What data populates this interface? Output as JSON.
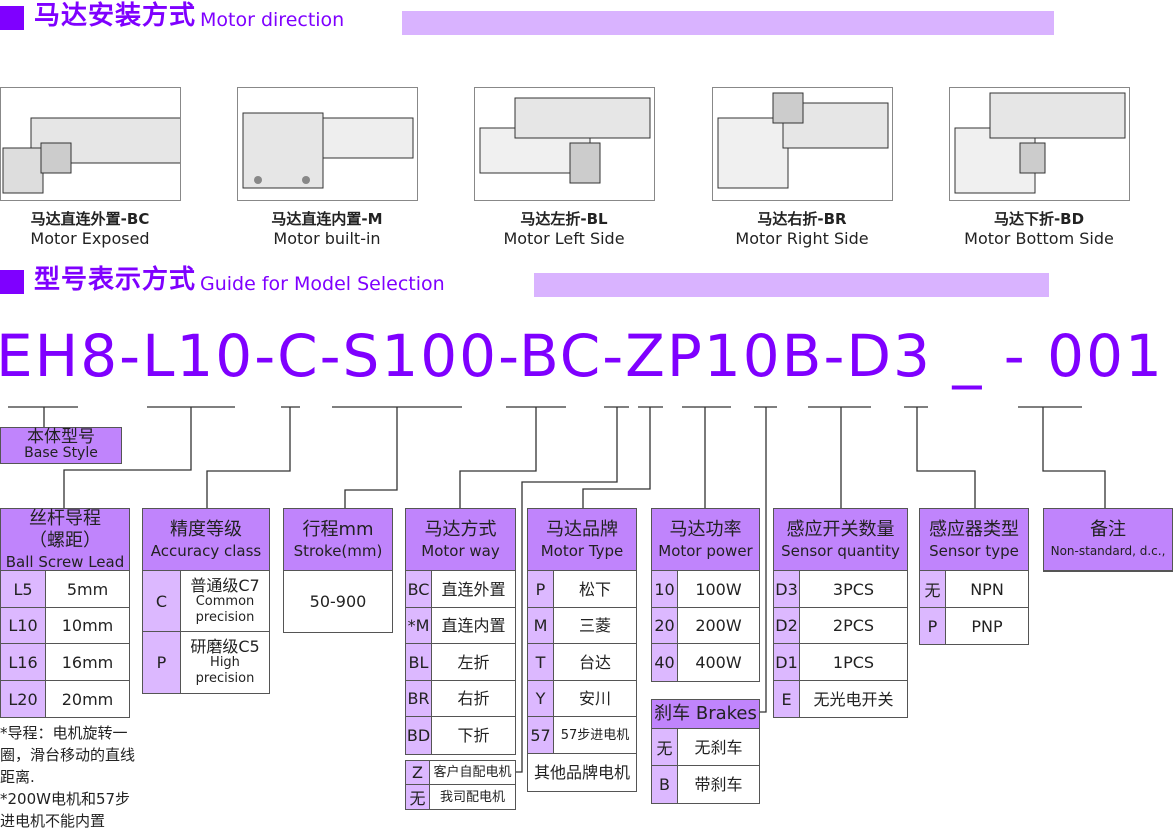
{
  "section1": {
    "zh": "马达安装方式",
    "en": "Motor direction"
  },
  "directions": [
    {
      "zh": "马达直连外置-BC",
      "en": "Motor Exposed"
    },
    {
      "zh": "马达直连内置-M",
      "en": "Motor built-in"
    },
    {
      "zh": "马达左折-BL",
      "en": "Motor Left Side"
    },
    {
      "zh": "马达右折-BR",
      "en": "Motor Right Side"
    },
    {
      "zh": "马达下折-BD",
      "en": "Motor Bottom Side"
    }
  ],
  "section2": {
    "zh": "型号表示方式",
    "en": "Guide for Model Selection"
  },
  "model_code": "EH8-L10-C-S100-BC-ZP10B-D3 _ - 001",
  "base": {
    "zh": "本体型号",
    "en": "Base Style"
  },
  "tables": {
    "lead": {
      "zh": "丝杆导程\n（螺距）",
      "en": "Ball Screw Lead",
      "rows": [
        [
          "L5",
          "5mm"
        ],
        [
          "L10",
          "10mm"
        ],
        [
          "L16",
          "16mm"
        ],
        [
          "L20",
          "20mm"
        ]
      ]
    },
    "accuracy": {
      "zh": "精度等级",
      "en": "Accuracy class",
      "rows": [
        [
          "C",
          "普通级C7",
          "Common precision"
        ],
        [
          "P",
          "研磨级C5",
          "High precision"
        ]
      ]
    },
    "stroke": {
      "zh": "行程mm",
      "en": "Stroke(mm)",
      "rows": [
        [
          "",
          "50-900"
        ]
      ]
    },
    "motorway": {
      "zh": "马达方式",
      "en": "Motor way",
      "rows": [
        [
          "BC",
          "直连外置"
        ],
        [
          "*M",
          "直连内置"
        ],
        [
          "BL",
          "左折"
        ],
        [
          "BR",
          "右折"
        ],
        [
          "BD",
          "下折"
        ]
      ]
    },
    "supply": {
      "rows": [
        [
          "Z",
          "客户自配电机"
        ],
        [
          "无",
          "我司配电机"
        ]
      ]
    },
    "motortype": {
      "zh": "马达品牌",
      "en": "Motor Type",
      "rows": [
        [
          "P",
          "松下"
        ],
        [
          "M",
          "三菱"
        ],
        [
          "T",
          "台达"
        ],
        [
          "Y",
          "安川"
        ],
        [
          "57",
          "57步进电机"
        ],
        [
          "",
          "其他品牌电机"
        ]
      ]
    },
    "power": {
      "zh": "马达功率",
      "en": "Motor power",
      "rows": [
        [
          "10",
          "100W"
        ],
        [
          "20",
          "200W"
        ],
        [
          "40",
          "400W"
        ]
      ]
    },
    "brakes": {
      "zh": "刹车 Brakes",
      "en": "",
      "rows": [
        [
          "无",
          "无刹车"
        ],
        [
          "B",
          "带刹车"
        ]
      ]
    },
    "sensorqty": {
      "zh": "感应开关数量",
      "en": "Sensor quantity",
      "rows": [
        [
          "D3",
          "3PCS"
        ],
        [
          "D2",
          "2PCS"
        ],
        [
          "D1",
          "1PCS"
        ],
        [
          "E",
          "无光电开关"
        ]
      ]
    },
    "sensortype": {
      "zh": "感应器类型",
      "en": "Sensor type",
      "rows": [
        [
          "无",
          "NPN"
        ],
        [
          "P",
          "PNP"
        ]
      ]
    },
    "remarks": {
      "zh": "备注",
      "en": "Non-standard, d.c.,",
      "rows": []
    }
  },
  "notes": [
    "*导程：电机旋转一圈，滑台移动的直线距离.",
    "*200W电机和57步进电机不能内置"
  ],
  "colors": {
    "accent": "#7f00ff",
    "header": "#c084fc",
    "code": "#dcb8ff",
    "bar": "#d9b3ff"
  }
}
